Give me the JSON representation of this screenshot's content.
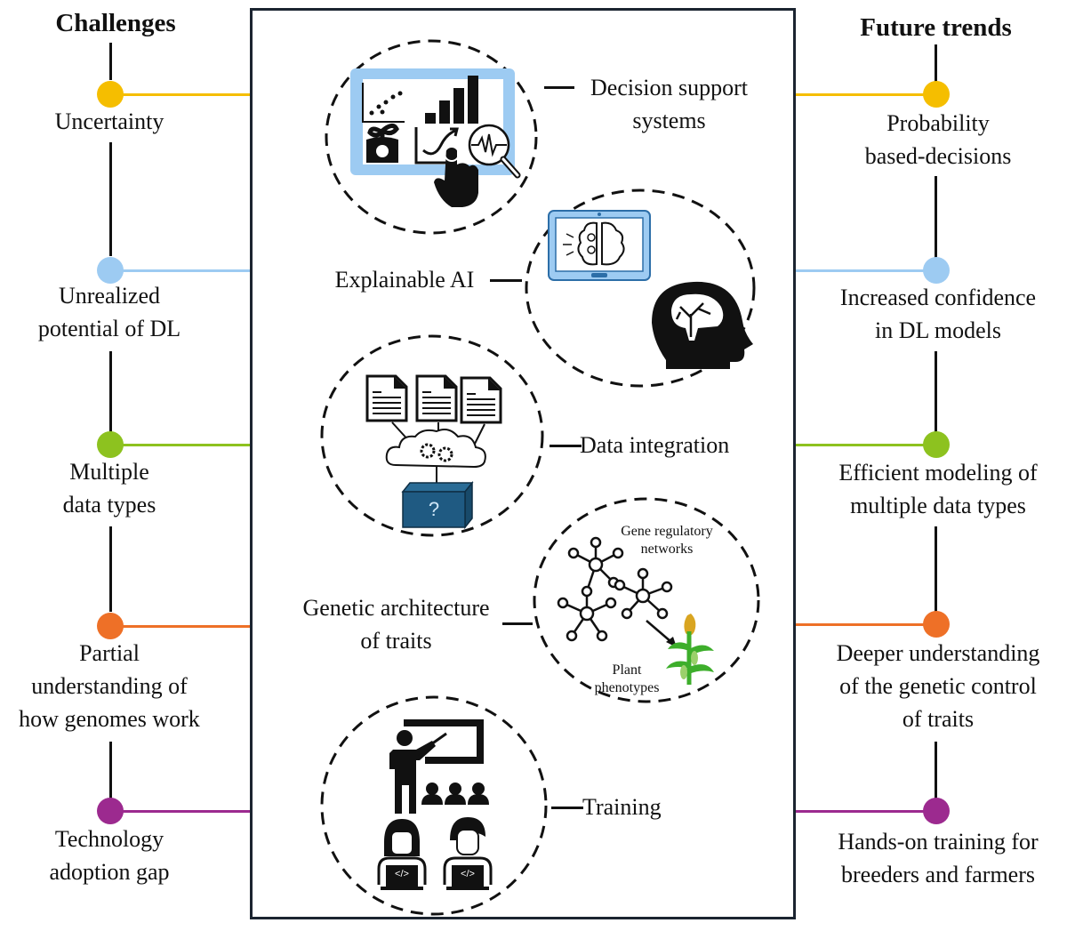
{
  "left_column": {
    "heading": "Challenges",
    "items": [
      {
        "label": "Uncertainty",
        "color": "#F5BE00"
      },
      {
        "label": "Unrealized\npotential of DL",
        "color": "#9DCBF2"
      },
      {
        "label": "Multiple\ndata types",
        "color": "#8DC21F"
      },
      {
        "label": "Partial\nunderstanding of\nhow genomes work",
        "color": "#EE7027"
      },
      {
        "label": "Technology\nadoption gap",
        "color": "#9C2A8F"
      }
    ]
  },
  "right_column": {
    "heading": "Future trends",
    "items": [
      {
        "label": "Probability\nbased-decisions",
        "color": "#F5BE00"
      },
      {
        "label": "Increased confidence\nin DL models",
        "color": "#9DCBF2"
      },
      {
        "label": "Efficient modeling of\nmultiple data types",
        "color": "#8DC21F"
      },
      {
        "label": "Deeper understanding\nof the genetic control\nof traits",
        "color": "#EE7027"
      },
      {
        "label": "Hands-on training for\nbreeders and farmers",
        "color": "#9C2A8F"
      }
    ]
  },
  "center_panel": {
    "solutions": [
      {
        "label": "Decision support\nsystems",
        "icon": "decision-support-dashboard-icon"
      },
      {
        "label": "Explainable AI",
        "icon": "explainable-ai-brain-icon"
      },
      {
        "label": "Data integration",
        "icon": "data-integration-cloud-icon"
      },
      {
        "label": "Genetic architecture\nof traits",
        "icon": "gene-network-plant-icon",
        "inner_labels": {
          "network": "Gene regulatory\nnetworks",
          "phenotype": "Plant\nphenotypes"
        }
      },
      {
        "label": "Training",
        "icon": "training-classroom-icon"
      }
    ],
    "data_box_symbol": "?",
    "code_symbol": "</>"
  },
  "colors": {
    "panel_border": "#1B2430",
    "screen_blue": "#9DCBF2",
    "box_blue": "#1F5A82",
    "plant_green": "#3DAE2B",
    "tassel_gold": "#D9A521"
  }
}
